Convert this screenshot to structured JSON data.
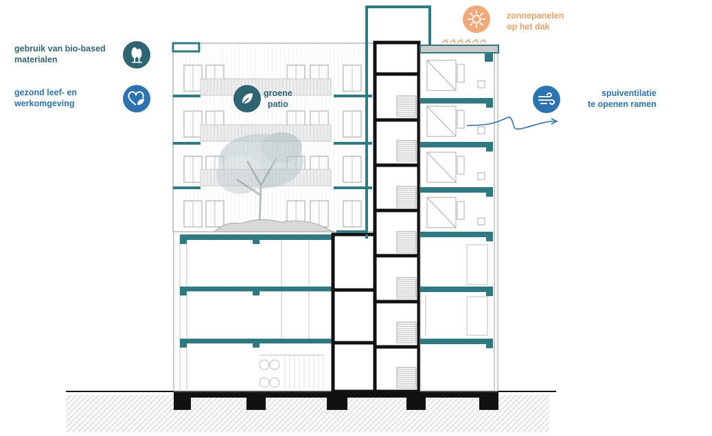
{
  "labels": {
    "biobased": [
      "gebruik van bio-based",
      "materialen"
    ],
    "healthy": [
      "gezond leef- en",
      "werkomgeving"
    ],
    "patio": [
      "groene",
      "patio"
    ],
    "solar": [
      "zonnepanelen",
      "op het dak"
    ],
    "ventilation": [
      "spuiventilatie",
      "te openen ramen"
    ]
  },
  "icons": {
    "biobased": "tree-icon",
    "healthy": "heart-leaf-icon",
    "patio": "leaf-icon",
    "solar": "sun-icon",
    "ventilation": "wind-icon"
  },
  "colors": {
    "teal_dark": "#2f6572",
    "teal_structure": "#2e7a82",
    "blue": "#2b73b1",
    "orange": "#e9a06a",
    "black": "#111111",
    "line_gray": "#9a9a9a",
    "ground_hatch": "#c9c9c9"
  }
}
